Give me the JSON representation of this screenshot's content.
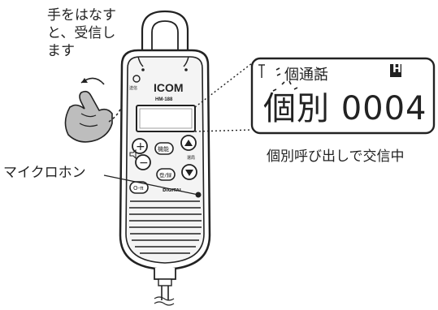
{
  "instruction": {
    "lines": [
      "手をはなす",
      "と、受信し",
      "ます"
    ]
  },
  "mic_label": "マイクロホン",
  "caption": "個別呼び出しで交信中",
  "mic": {
    "brand": "ICOM",
    "model": "HM-188",
    "keys": {
      "plus": "+",
      "minus": "−",
      "function": "機能",
      "up": "▲",
      "down": "▼",
      "key": "O-π",
      "call_mode": "登/録",
      "select": "選局",
      "digital": "DIGITAL"
    }
  },
  "zoom_display": {
    "antenna_icon": "antenna-icon",
    "header": "個通話",
    "power_indicator": "H",
    "main_text": "個別 0004"
  },
  "colors": {
    "line": "#222222",
    "fill": "#ffffff",
    "shade": "#cfcfcf",
    "dark": "#333333"
  }
}
